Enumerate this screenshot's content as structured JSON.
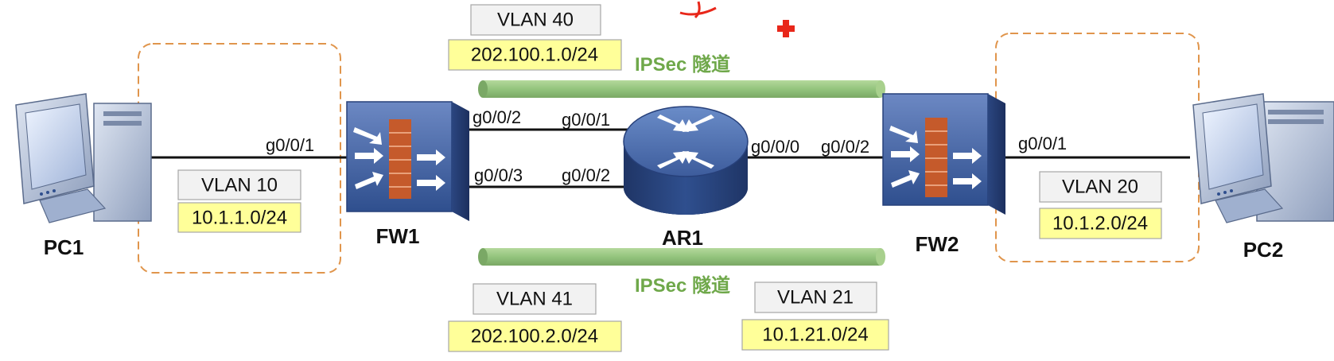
{
  "devices": {
    "pc1": "PC1",
    "pc2": "PC2",
    "fw1": "FW1",
    "fw2": "FW2",
    "ar1": "AR1"
  },
  "ports": {
    "pc1_fw1": "g0/0/1",
    "fw1_top": "g0/0/2",
    "fw1_bottom": "g0/0/3",
    "ar1_top": "g0/0/1",
    "ar1_bottom": "g0/0/2",
    "ar1_right": "g0/0/0",
    "fw2_left": "g0/0/2",
    "fw2_right": "g0/0/1"
  },
  "networks": {
    "vlan10": {
      "name": "VLAN 10",
      "subnet": "10.1.1.0/24"
    },
    "vlan20": {
      "name": "VLAN 20",
      "subnet": "10.1.2.0/24"
    },
    "vlan40": {
      "name": "VLAN 40",
      "subnet": "202.100.1.0/24"
    },
    "vlan41": {
      "name": "VLAN 41",
      "subnet": "202.100.2.0/24"
    },
    "vlan21": {
      "name": "VLAN 21",
      "subnet": "10.1.21.0/24"
    }
  },
  "tunnels": {
    "top": "IPSec 隧道",
    "bottom": "IPSec 隧道"
  },
  "colors": {
    "tunnel": "#93c47d",
    "tunnel_text": "#6fa84a",
    "group_border": "#e0954c",
    "label_fill": "#ffff99",
    "annotation": "#e8271a"
  }
}
